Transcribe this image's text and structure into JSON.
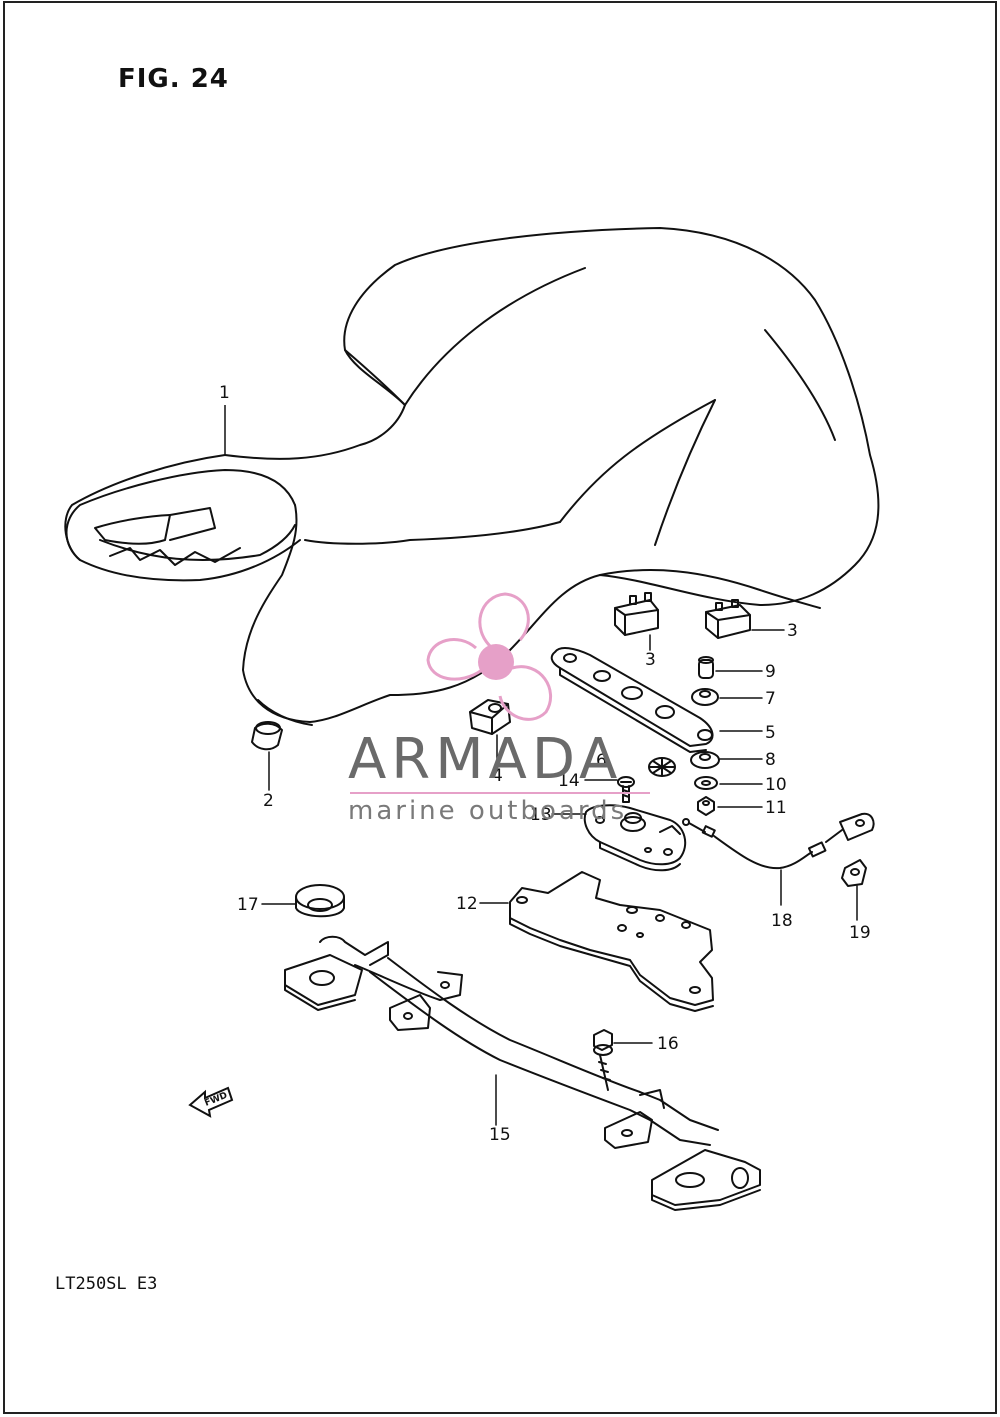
{
  "figure": {
    "title": "FIG. 24",
    "model": "LT250SL  E3"
  },
  "watermark": {
    "name": "ARMADA",
    "subtitle": "marine outboards",
    "accent": "#e6a0c8"
  },
  "fwd_label": "FWD",
  "parts": {
    "p1": "1",
    "p2": "2",
    "p3a": "3",
    "p3b": "3",
    "p4": "4",
    "p5": "5",
    "p6": "6",
    "p7": "7",
    "p8": "8",
    "p9": "9",
    "p10": "10",
    "p11": "11",
    "p12": "12",
    "p13": "13",
    "p14": "14",
    "p15": "15",
    "p16": "16",
    "p17": "17",
    "p18": "18",
    "p19": "19"
  }
}
